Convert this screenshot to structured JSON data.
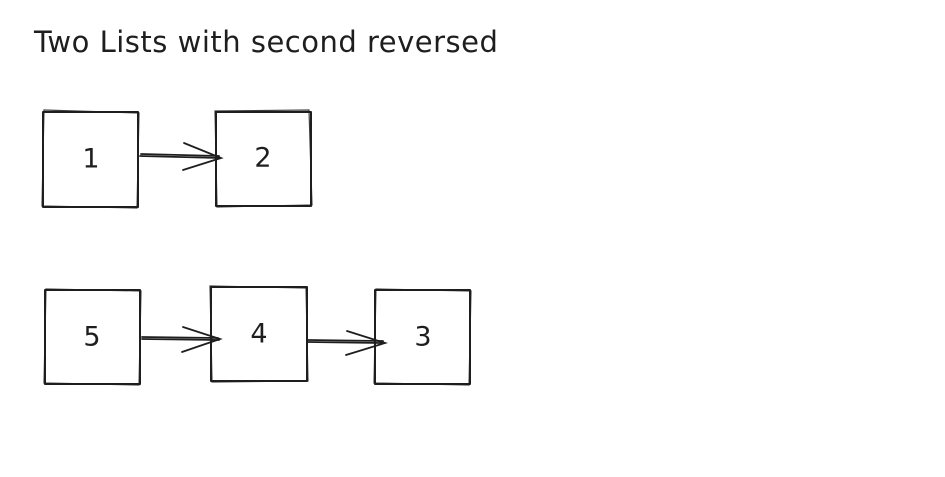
{
  "title": "Two Lists with second reversed",
  "lists": [
    {
      "nodes": [
        {
          "label": "1"
        },
        {
          "label": "2"
        }
      ]
    },
    {
      "nodes": [
        {
          "label": "5"
        },
        {
          "label": "4"
        },
        {
          "label": "3"
        }
      ]
    }
  ],
  "colors": {
    "stroke": "#1e1e1e",
    "background": "#ffffff"
  }
}
